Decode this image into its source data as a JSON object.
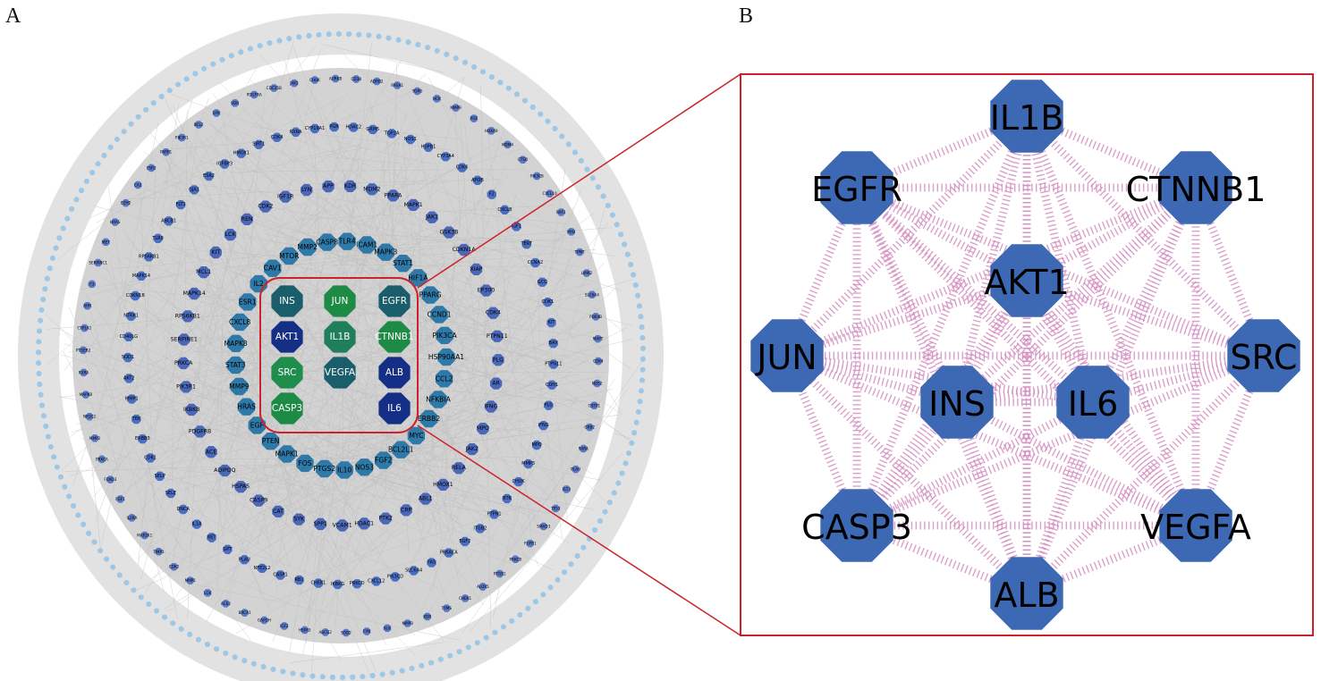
{
  "panel_a": {
    "letter": "A",
    "rings": [
      {
        "level": "outer",
        "color": "#9ec7e6",
        "labels": []
      },
      {
        "level": "ring5",
        "color": "#5a78c4",
        "labels": [
          "CD38",
          "ADRB2",
          "RASA1",
          "TOPO",
          "HCK",
          "MMP9",
          "PGF",
          "HOXA9",
          "MDM4",
          "CTSO",
          "PIK3CB",
          "CXCL10",
          "RAF1",
          "MYB",
          "TPMT",
          "LIMK2",
          "SLC6A4",
          "PDE4B",
          "MAPT",
          "CDK4",
          "NOS2",
          "GSTP1",
          "GRB2",
          "RARA",
          "PLAU",
          "FLT3",
          "TP53",
          "SMAD3",
          "FGFR1",
          "PRKCB",
          "PTGS1",
          "ALOX5",
          "CHEK1",
          "TYMS",
          "KDR",
          "MMP3",
          "ALK",
          "FYN",
          "SOD2",
          "ABCG2",
          "HSPA5",
          "IGF2",
          "GAPDH",
          "BRCA1",
          "ACE2",
          "LCK",
          "MMP1",
          "CDK2",
          "TIMP1",
          "MAP2K1",
          "IL2RA",
          "FGF1",
          "FOXO3",
          "PRKCA",
          "MMP2",
          "NR3C2",
          "MAPK8",
          "RXRA",
          "PTGER2",
          "CYP1A1",
          "AHR",
          "F3",
          "SERPINC1",
          "MET",
          "HRAS",
          "EZH2",
          "CA2",
          "ESR2",
          "PARP1",
          "PIK3R1",
          "BCL2",
          "SYK",
          "VDR",
          "PDGFRA",
          "CDC25B",
          "JAK2",
          "CHUK",
          "AURKB"
        ]
      },
      {
        "level": "ring4",
        "color": "#4a6fc2",
        "labels": [
          "HDAC2",
          "GRM5",
          "TOP2A",
          "NOS1",
          "HSPB1",
          "CYP3A4",
          "CDK6",
          "APOB",
          "F2",
          "CXCL8",
          "IGF1",
          "TERT",
          "CCNA2",
          "GCG",
          "CDK1",
          "KIT",
          "BAX",
          "PTPN11",
          "CDH1",
          "PLG",
          "IFNG",
          "MPO",
          "MMP3",
          "CHUK",
          "BTK",
          "PTPN1",
          "ITGB2",
          "EGF2",
          "PRKACA",
          "FAS",
          "SLC6A4",
          "PIK3CD",
          "CXCL12",
          "PRKCD",
          "IKBKG",
          "CHEK1",
          "RB1",
          "CASP1",
          "NFE2L2",
          "PLAU",
          "GPT",
          "RET",
          "IL1A",
          "DNCA",
          "SELE",
          "SELP",
          "CDK1",
          "ERBB3",
          "TEK",
          "MMP1",
          "AKT2",
          "SOD1",
          "CD40LG",
          "NTRK1",
          "CDKN1B",
          "MAPK14",
          "RPS6KB1",
          "TLR9",
          "ABCB1",
          "FLT1",
          "GJA1",
          "ESR2",
          "IGFBP3",
          "HMOX1",
          "SIRT1",
          "CDK4",
          "RXRA",
          "CYP19A1",
          "PGR"
        ]
      },
      {
        "level": "ring3",
        "color": "#4b67b8",
        "labels": [
          "KDR",
          "MDM2",
          "PPARA",
          "MAPK1",
          "JAK1",
          "GSK3B",
          "CDKN1A",
          "XIAP",
          "EP300",
          "CDK4",
          "PTPN11",
          "PLG",
          "AR",
          "IFNG",
          "MPO",
          "JAK2",
          "RELA",
          "HMOX1",
          "ABL1",
          "CRP",
          "PTK2",
          "HDAC1",
          "VCAM1",
          "SPP1",
          "SYK",
          "CAT",
          "CASP9",
          "HSPA5",
          "ADIPOQ",
          "ACE",
          "PDGFRB",
          "IKBKB",
          "PIK3R1",
          "PRKCA",
          "SERPINE1",
          "RPS6KB1",
          "MAPK14",
          "MCL1",
          "KIT",
          "LCK",
          "REN",
          "CDK2",
          "IGF1R",
          "LYN",
          "APP"
        ]
      },
      {
        "level": "ring2",
        "color": "#2e79a8",
        "labels": [
          "TLR4",
          "ICAM1",
          "MAPK3",
          "STAT1",
          "HIF1A",
          "PPARG",
          "CCND1",
          "PIK3CA",
          "HSP90AA1",
          "CCL2",
          "NFKBIA",
          "ERBB2",
          "MYC",
          "BCL2L1",
          "FGF2",
          "NOS3",
          "IL10",
          "PTGS2",
          "FOS",
          "MAPK1",
          "PTEN",
          "EGF",
          "HRAS",
          "MMP9",
          "STAT3",
          "MAPK8",
          "CXCL8",
          "ESR1",
          "IL2",
          "CAV1",
          "MTOR",
          "MMP2",
          "CASP8"
        ]
      },
      {
        "level": "core",
        "color": "#14428a",
        "labels": [
          "INS",
          "JUN",
          "EGFR",
          "AKT1",
          "IL1B",
          "CTNNB1",
          "SRC",
          "VEGFA",
          "ALB",
          "CASP3",
          "IL6"
        ]
      }
    ],
    "core_colors": [
      "#1b5e6b",
      "#1d8a45",
      "#1b5e6b",
      "#162f86",
      "#1f7f5a",
      "#1d8a45",
      "#1f8e4d",
      "#1b5e6b",
      "#162f86",
      "#1d8a45",
      "#162f86"
    ],
    "highlight_color": "#cc2229"
  },
  "panel_b": {
    "letter": "B",
    "node_color": "#3d69b4",
    "edge_color": "#d48fbf",
    "frame_color": "#cc2229",
    "nodes": [
      "IL1B",
      "CTNNB1",
      "SRC",
      "VEGFA",
      "ALB",
      "CASP3",
      "JUN",
      "EGFR",
      "AKT1",
      "INS",
      "IL6"
    ]
  }
}
